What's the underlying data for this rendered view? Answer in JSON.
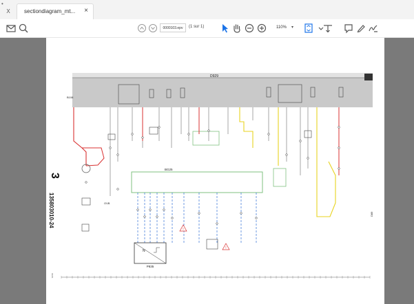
{
  "window": {
    "dot_label": "•",
    "tab_stub_label": "X"
  },
  "tab": {
    "title": "sectiondiagram_mt...",
    "close_label": "×"
  },
  "toolbar": {
    "page_field": "0000103.epv",
    "page_count": "(1 sur 1)",
    "zoom_value": "110%",
    "zoom_caret": "▾"
  },
  "page": {
    "section_number": "3",
    "doc_code": "135803010-24",
    "side_note": "01/01",
    "top_bus_label": "D929",
    "mid_bus_label": "BG25",
    "module_label": "P835",
    "ovb_label": "OVB",
    "warn_label": "!",
    "right_tag": "D89",
    "left_tag": "B108"
  }
}
